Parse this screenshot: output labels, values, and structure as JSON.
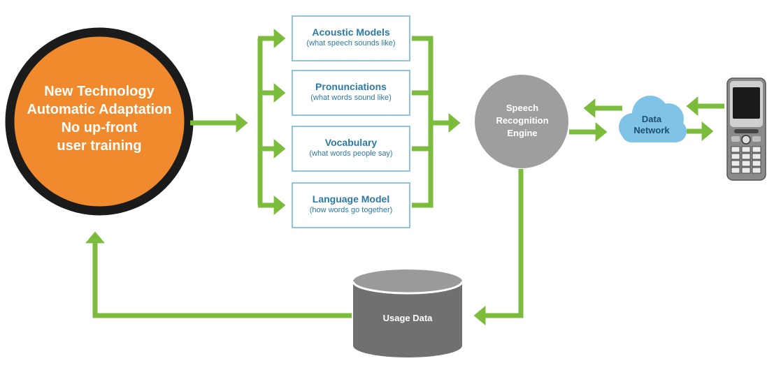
{
  "colors": {
    "arrow": "#7cbc3c",
    "circle_fill": "#f08a2c",
    "circle_ring": "#1b1b1b",
    "box_border": "#8ec4df",
    "box_text": "#2b7aa6",
    "engine": "#9e9e9e",
    "cloud": "#7fc3e6",
    "database": "#707070"
  },
  "adaptation_circle": {
    "lines": [
      "New Technology",
      "Automatic Adaptation",
      "No up-front",
      "user training"
    ]
  },
  "model_boxes": [
    {
      "title": "Acoustic Models",
      "subtitle": "(what speech sounds like)"
    },
    {
      "title": "Pronunciations",
      "subtitle": "(what words sound like)"
    },
    {
      "title": "Vocabulary",
      "subtitle": "(what words people say)"
    },
    {
      "title": "Language Model",
      "subtitle": "(how words go together)"
    }
  ],
  "engine": {
    "lines": [
      "Speech",
      "Recognition",
      "Engine"
    ]
  },
  "network": {
    "lines": [
      "Data",
      "Network"
    ]
  },
  "database": {
    "label": "Usage Data"
  },
  "phone": {
    "icon": "mobile-phone-icon"
  }
}
